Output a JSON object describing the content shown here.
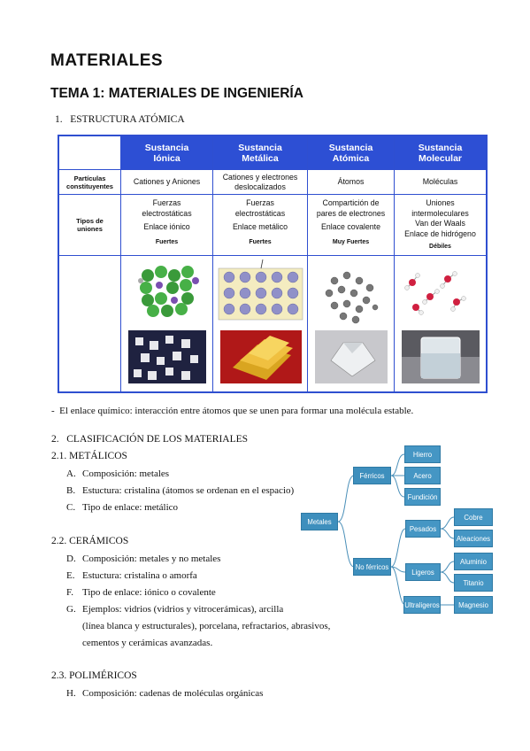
{
  "title": "MATERIALES",
  "subtitle": "TEMA 1: MATERIALES DE INGENIERÍA",
  "section1": {
    "number": "1.",
    "title": "ESTRUCTURA ATÓMICA"
  },
  "table": {
    "headers": [
      {
        "line1": "Sustancia",
        "line2": "Iónica"
      },
      {
        "line1": "Sustancia",
        "line2": "Metálica"
      },
      {
        "line1": "Sustancia",
        "line2": "Atómica"
      },
      {
        "line1": "Sustancia",
        "line2": "Molecular"
      }
    ],
    "row_particles": {
      "label_line1": "Partículas",
      "label_line2": "constituyentes",
      "values": [
        {
          "line1": "Cationes y Aniones",
          "line2": ""
        },
        {
          "line1": "Cationes y electrones",
          "line2": "deslocalizados"
        },
        {
          "line1": "Átomos",
          "line2": ""
        },
        {
          "line1": "Moléculas",
          "line2": ""
        }
      ]
    },
    "row_bonds": {
      "label_line1": "Tipos de",
      "label_line2": "uniones",
      "values": [
        {
          "lines": [
            "Fuerzas",
            "electrostáticas",
            "Enlace iónico"
          ],
          "strength": "Fuertes"
        },
        {
          "lines": [
            "Fuerzas",
            "electrostáticas",
            "Enlace metálico"
          ],
          "strength": "Fuertes"
        },
        {
          "lines": [
            "Compartición de",
            "pares de electrones",
            "Enlace covalente"
          ],
          "strength": "Muy Fuertes"
        },
        {
          "lines": [
            "Uniones",
            "intermoleculares",
            "Van der Waals",
            "Enlace de hidrógeno"
          ],
          "strength": "Débiles"
        }
      ]
    }
  },
  "bullet_note": {
    "dash": "-",
    "text": "El enlace químico: interacción entre átomos que se unen para formar una molécula estable."
  },
  "section2": {
    "number": "2.",
    "title": "CLASIFICACIÓN DE LOS MATERIALES"
  },
  "sub21": {
    "title": "2.1. METÁLICOS",
    "items": [
      {
        "letter": "A.",
        "text": "Composición: metales"
      },
      {
        "letter": "B.",
        "text": "Estuctura: cristalina (átomos se ordenan en el espacio)"
      },
      {
        "letter": "C.",
        "text": "Tipo de enlace: metálico"
      }
    ]
  },
  "sub22": {
    "title": "2.2. CERÁMICOS",
    "items": [
      {
        "letter": "D.",
        "text": "Composición: metales y no metales"
      },
      {
        "letter": "E.",
        "text": "Estuctura: cristalina o amorfa"
      },
      {
        "letter": "F.",
        "text": "Tipo de enlace: iónico o covalente"
      },
      {
        "letter": "G.",
        "text": "Ejemplos: vidrios (vidrios y vitrocerámicas), arcilla"
      }
    ],
    "cont1": "(línea blanca y estructurales), porcelana, refractarios, abrasivos,",
    "cont2": "cementos y cerámicas avanzadas."
  },
  "sub23": {
    "title": "2.3. POLIMÉRICOS",
    "items": [
      {
        "letter": "H.",
        "text": "Composición: cadenas de moléculas orgánicas"
      }
    ]
  },
  "tree": {
    "metales": "Metales",
    "ferricos": "Férricos",
    "no_ferricos": "No férricos",
    "hierro": "Hierro",
    "acero": "Acero",
    "fundicion": "Fundición",
    "pesados": "Pesados",
    "ligeros": "Ligeros",
    "ultraligeros": "Ultraligeros",
    "cobre": "Cobre",
    "aleaciones": "Aleaciones",
    "aluminio": "Aluminio",
    "titanio": "Titanio",
    "magnesio": "Magnesio",
    "node_color": "#3e8fbd",
    "line_color": "#4a8fb8"
  },
  "colors": {
    "table_header": "#2d4fd4",
    "table_border": "#2f4fd0"
  }
}
